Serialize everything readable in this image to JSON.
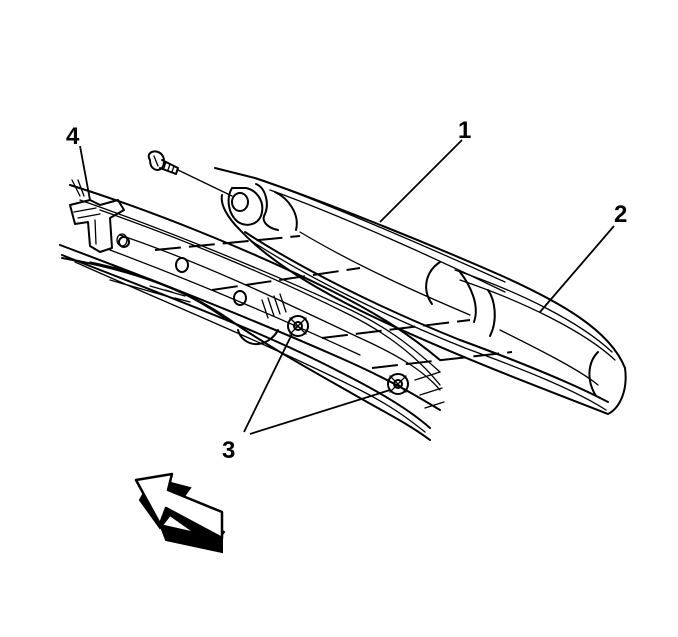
{
  "callouts": {
    "c1": "1",
    "c2": "2",
    "c3": "3",
    "c4": "4"
  },
  "icons": {
    "direction_arrow": "forward-direction-arrow-icon",
    "screw": "screw-icon"
  },
  "colors": {
    "line": "#000000",
    "background": "#ffffff"
  }
}
